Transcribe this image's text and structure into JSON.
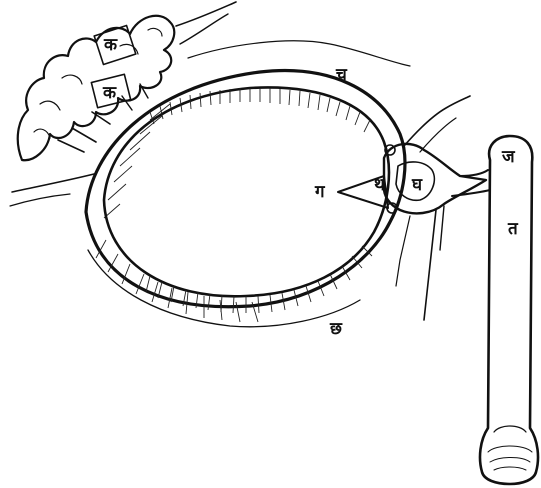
{
  "diagram": {
    "labels": {
      "ka_upper": "क",
      "ka_lower": "क",
      "cha": "च",
      "ga": "ग",
      "tha": "थ",
      "gha": "घ",
      "ja": "ज",
      "ta": "त",
      "chha": "छ"
    },
    "colors": {
      "ink": "#111111",
      "paper": "#ffffff"
    }
  }
}
